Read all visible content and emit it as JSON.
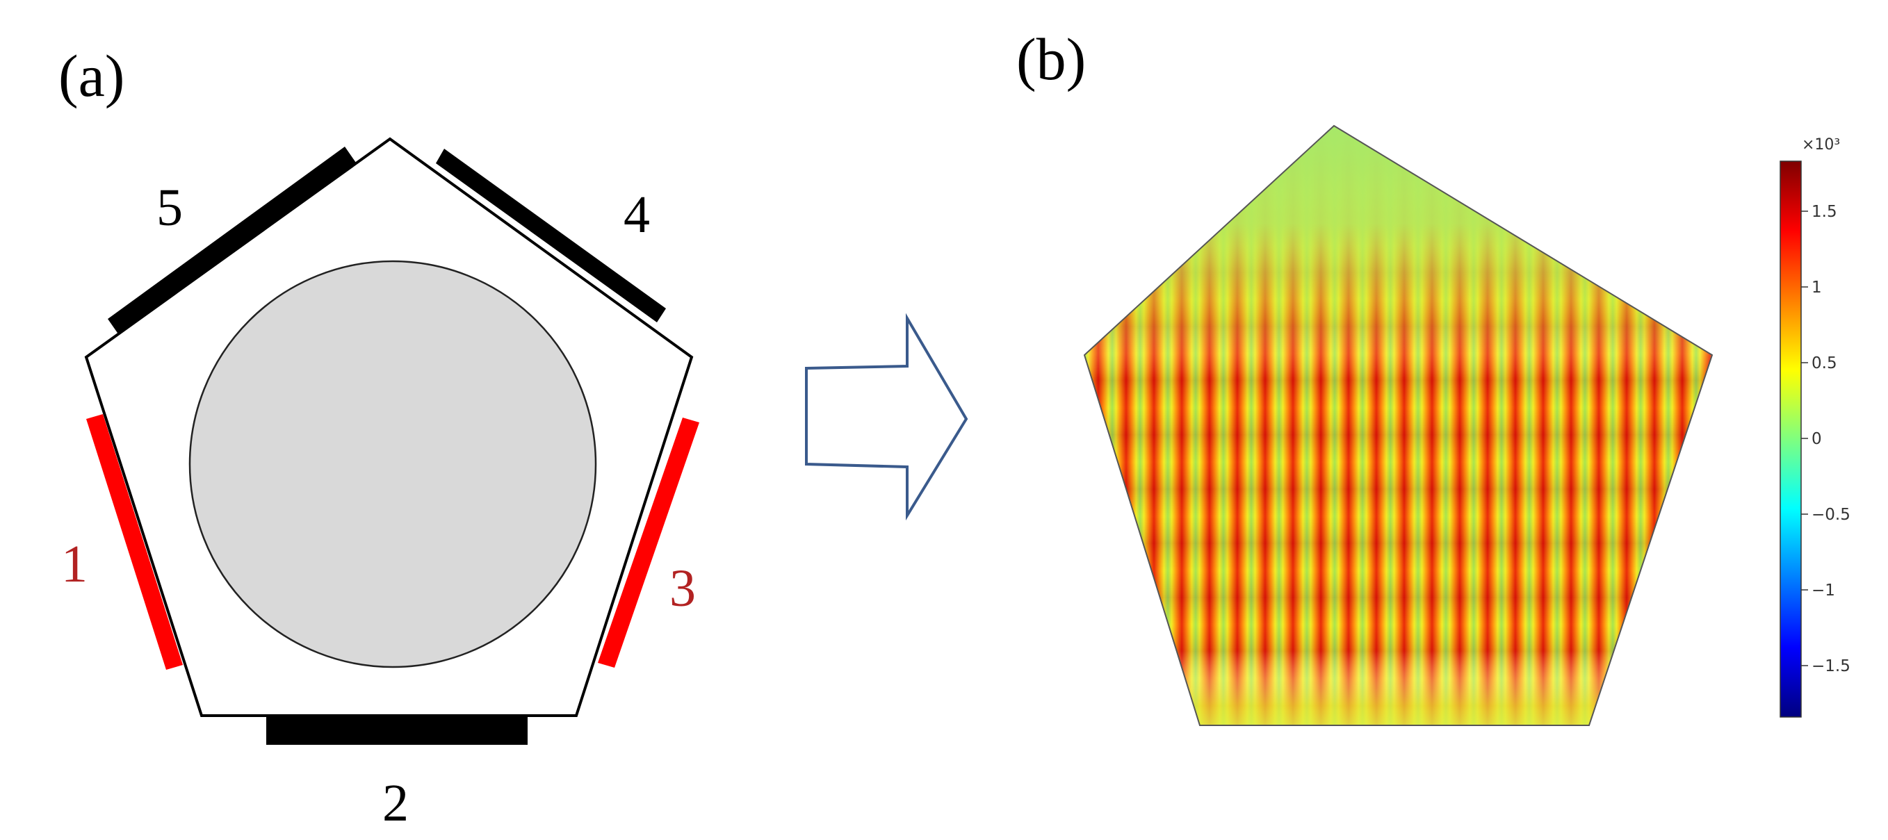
{
  "panel_a": {
    "label": "(a)",
    "transducers": [
      {
        "label": "5",
        "color": "#000000"
      },
      {
        "label": "4",
        "color": "#000000"
      },
      {
        "label": "1",
        "color": "#ff0000",
        "label_color": "#b22222"
      },
      {
        "label": "3",
        "color": "#ff0000",
        "label_color": "#b22222"
      },
      {
        "label": "2",
        "color": "#000000"
      }
    ],
    "circle_fill": "#d9d9d9"
  },
  "arrow": {
    "stroke": "#3a5a8c"
  },
  "panel_b": {
    "label": "(b)",
    "colorbar": {
      "exponent_label": "×10³",
      "ticks": [
        "1.5",
        "1",
        "0.5",
        "0",
        "−0.5",
        "−1",
        "−1.5"
      ],
      "colors": [
        "#00007f",
        "#0000ff",
        "#007fff",
        "#00ffff",
        "#7fff7f",
        "#ffff00",
        "#ff7f00",
        "#ff0000",
        "#7f0000"
      ]
    }
  }
}
